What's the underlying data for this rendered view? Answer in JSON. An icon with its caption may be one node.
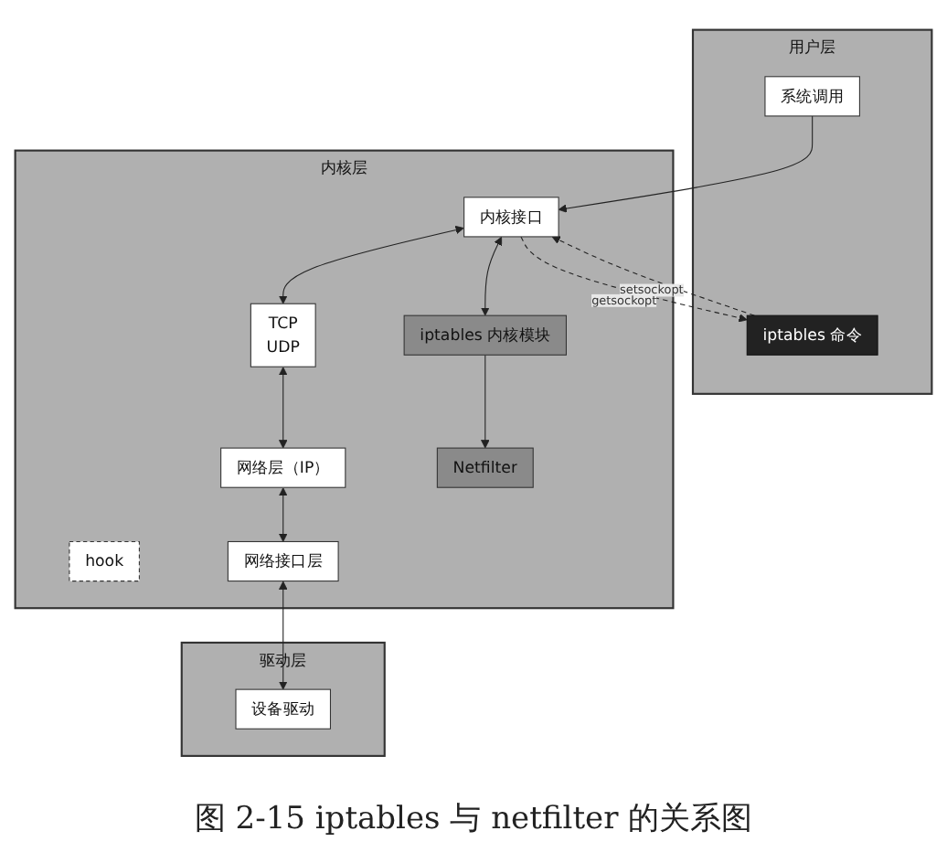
{
  "diagram": {
    "caption": "图 2-15 iptables 与 netfilter 的关系图",
    "nodes": [
      {
        "text": [
          "用户层"
        ]
      },
      {
        "text": [
          "系统调用"
        ],
        "in": 0
      },
      {
        "text": [
          "iptables 命令"
        ],
        "in": 0
      },
      {
        "text": [
          "内核层"
        ]
      },
      {
        "text": [
          "内核接口"
        ],
        "in": 3
      },
      {
        "text": [
          "TCP",
          "UDP"
        ],
        "in": 3
      },
      {
        "text": [
          "iptables 内核模块"
        ],
        "in": 3
      },
      {
        "text": [
          "网络层（IP）"
        ],
        "in": 3
      },
      {
        "text": [
          "hook"
        ],
        "in": 3
      },
      {
        "text": [
          "Netfilter"
        ],
        "in": 3
      },
      {
        "text": [
          "网络接口层"
        ],
        "in": 3
      },
      {
        "text": [
          "驱动层"
        ]
      },
      {
        "text": [
          "设备驱动"
        ],
        "in": 11
      }
    ],
    "edges": [
      {
        "from": 1,
        "to": 4,
        "arrow": "to"
      },
      {
        "from": 2,
        "to": 4,
        "arrow": "to",
        "label": "setsockopt",
        "style": "dashed"
      },
      {
        "from": 4,
        "to": 2,
        "arrow": "to",
        "label": "getsockopt",
        "style": "dashed"
      },
      {
        "from": 4,
        "to": 5,
        "arrow": "both"
      },
      {
        "from": 4,
        "to": 6,
        "arrow": "both"
      },
      {
        "from": 6,
        "to": 9,
        "arrow": "to"
      },
      {
        "from": 5,
        "to": 7,
        "arrow": "both"
      },
      {
        "from": 7,
        "to": 10,
        "arrow": "both"
      },
      {
        "from": 10,
        "to": 12,
        "arrow": "both"
      }
    ]
  }
}
